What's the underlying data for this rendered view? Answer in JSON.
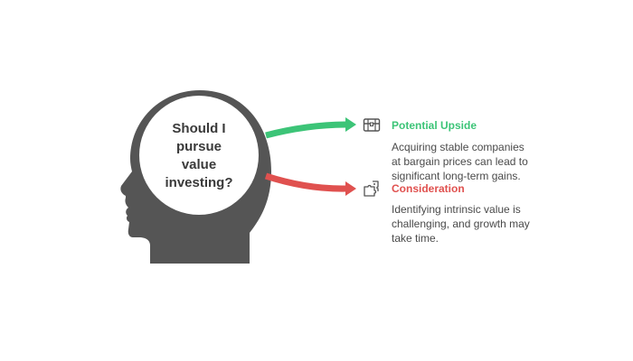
{
  "question": {
    "lines": [
      "Should I",
      "pursue",
      "value",
      "investing?"
    ]
  },
  "options": [
    {
      "title": "Potential Upside",
      "description_lines": [
        "Acquiring stable companies",
        "at bargain prices can lead to",
        "significant long-term gains."
      ],
      "color": "#3cc477",
      "icon": "treasure-chest-icon"
    },
    {
      "title": "Consideration",
      "description_lines": [
        "Identifying intrinsic value is",
        "challenging, and growth may",
        "take time."
      ],
      "color": "#e0514f",
      "icon": "puzzle-piece-icon"
    }
  ],
  "colors": {
    "head": "#555555",
    "circle": "#ffffff",
    "text_dark": "#3a3a3a",
    "text_body": "#4a4a4a"
  }
}
